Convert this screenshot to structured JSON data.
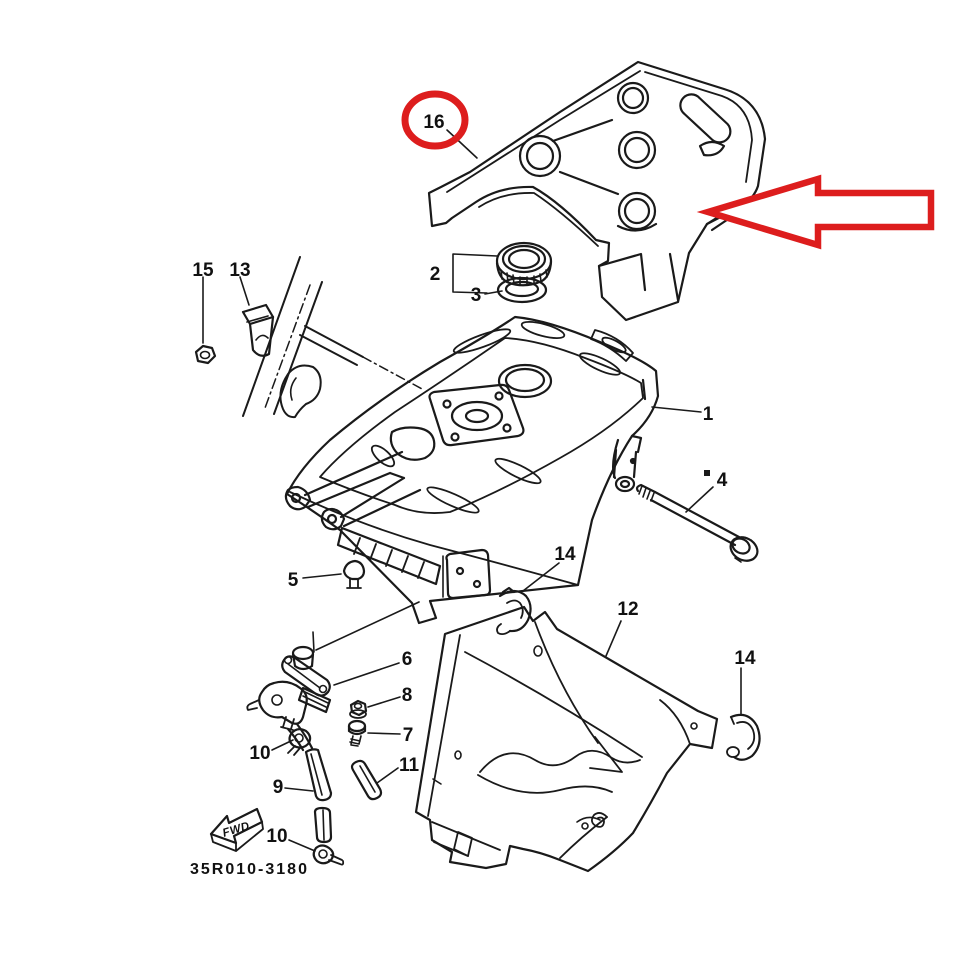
{
  "diagram": {
    "background": "#ffffff",
    "colors": {
      "line": "#1a1a1a",
      "accent_red": "#dd1d1d",
      "label": "#111111"
    },
    "part_code": "35R010-3180",
    "fwd_label": "FWD",
    "callouts": [
      {
        "part": "16",
        "circled": true
      },
      {
        "part": "2"
      },
      {
        "part": "3"
      },
      {
        "part": "15"
      },
      {
        "part": "13"
      },
      {
        "part": "1"
      },
      {
        "part": "4",
        "bullet": true
      },
      {
        "part": "5"
      },
      {
        "part": "14"
      },
      {
        "part": "12"
      },
      {
        "part": "14"
      },
      {
        "part": "6"
      },
      {
        "part": "8"
      },
      {
        "part": "7"
      },
      {
        "part": "10"
      },
      {
        "part": "9"
      },
      {
        "part": "11"
      },
      {
        "part": "10"
      }
    ]
  }
}
